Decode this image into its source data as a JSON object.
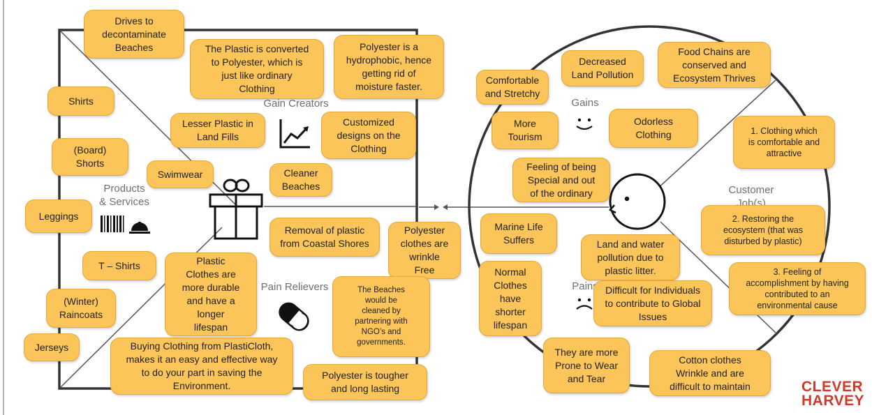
{
  "colors": {
    "note_fill": "#fbc55a",
    "note_border": "#e3a73b",
    "frame": "#333333",
    "brand": "#d03a2a"
  },
  "sections": {
    "gain_creators": "Gain Creators",
    "products_services": "Products\n& Services",
    "pain_relievers": "Pain Relievers",
    "gains": "Gains",
    "pains": "Pains",
    "customer_jobs": "Customer\nJob(s)"
  },
  "icons": [
    "barcode-bell-icon",
    "gift-icon",
    "chart-up-icon",
    "pill-icon",
    "smile-face-icon",
    "sad-face-icon",
    "customer-face-icon"
  ],
  "value_map_notes": [
    "Drives to\ndecontaminate\nBeaches",
    "The Plastic is converted\nto Polyester, which is\njust like ordinary\nClothing",
    "Polyester is a\nhydrophobic, hence\ngetting rid of\nmoisture faster.",
    "Shirts",
    "Lesser Plastic in\nLand Fills",
    "Customized\ndesigns on the\nClothing",
    "(Board)\nShorts",
    "Swimwear",
    "Cleaner\nBeaches",
    "Leggings",
    "Removal of plastic\nfrom Coastal Shores",
    "Polyester\nclothes are\nwrinkle\nFree",
    "Plastic\nClothes are\nmore durable\nand have a\nlonger\nlifespan",
    "T – Shirts",
    "The Beaches\nwould be\ncleaned by\npartnering with\nNGO’s and\ngovernments.",
    "(Winter)\nRaincoats",
    "Jerseys",
    "Buying Clothing from PlastiCloth,\nmakes it an easy and effective way\nto do your part in saving the\nEnvironment.",
    "Polyester is tougher\nand long lasting"
  ],
  "customer_notes": [
    "Decreased\nLand Pollution",
    "Food Chains are\nconserved and\nEcosystem Thrives",
    "Comfortable\nand Stretchy",
    "More\nTourism",
    "Odorless\nClothing",
    "1. Clothing which\nis comfortable and\nattractive",
    "Feeling of being\nSpecial and out\nof the ordinary",
    "2. Restoring the\necosystem (that was\ndisturbed by plastic)",
    "Marine Life\nSuffers",
    "Land and water\npollution due to\nplastic litter.",
    "3. Feeling of\naccomplishment by having\ncontributed to an\nenvironmental cause",
    "Normal\nClothes\nhave\nshorter\nlifespan",
    "Difficult for Individuals\nto contribute to Global\nIssues",
    "They are more\nProne to Wear\nand Tear",
    "Cotton clothes\nWrinkle and are\ndifficult to maintain"
  ],
  "brand": "CLEVER\nHARVEY"
}
